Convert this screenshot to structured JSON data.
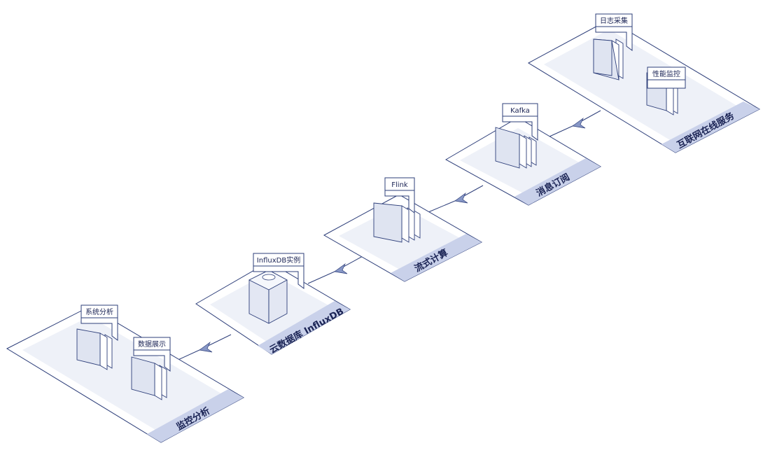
{
  "diagram": {
    "stages": [
      {
        "id": "internet-service",
        "label": "互联网在线服务",
        "components": [
          "日志采集",
          "性能监控"
        ]
      },
      {
        "id": "message-subscribe",
        "label": "消息订阅",
        "components": [
          "Kafka"
        ]
      },
      {
        "id": "stream-compute",
        "label": "流式计算",
        "components": [
          "Flink"
        ]
      },
      {
        "id": "cloud-db",
        "label": "云数据库 InfluxDB",
        "components": [
          "InfluxDB实例"
        ]
      },
      {
        "id": "monitor-analysis",
        "label": "监控分析",
        "components": [
          "系统分析",
          "数据展示"
        ]
      }
    ],
    "colors": {
      "stroke": "#2e3f7a",
      "strip": "#c9d1ea",
      "arrow": "#8797c6"
    }
  }
}
